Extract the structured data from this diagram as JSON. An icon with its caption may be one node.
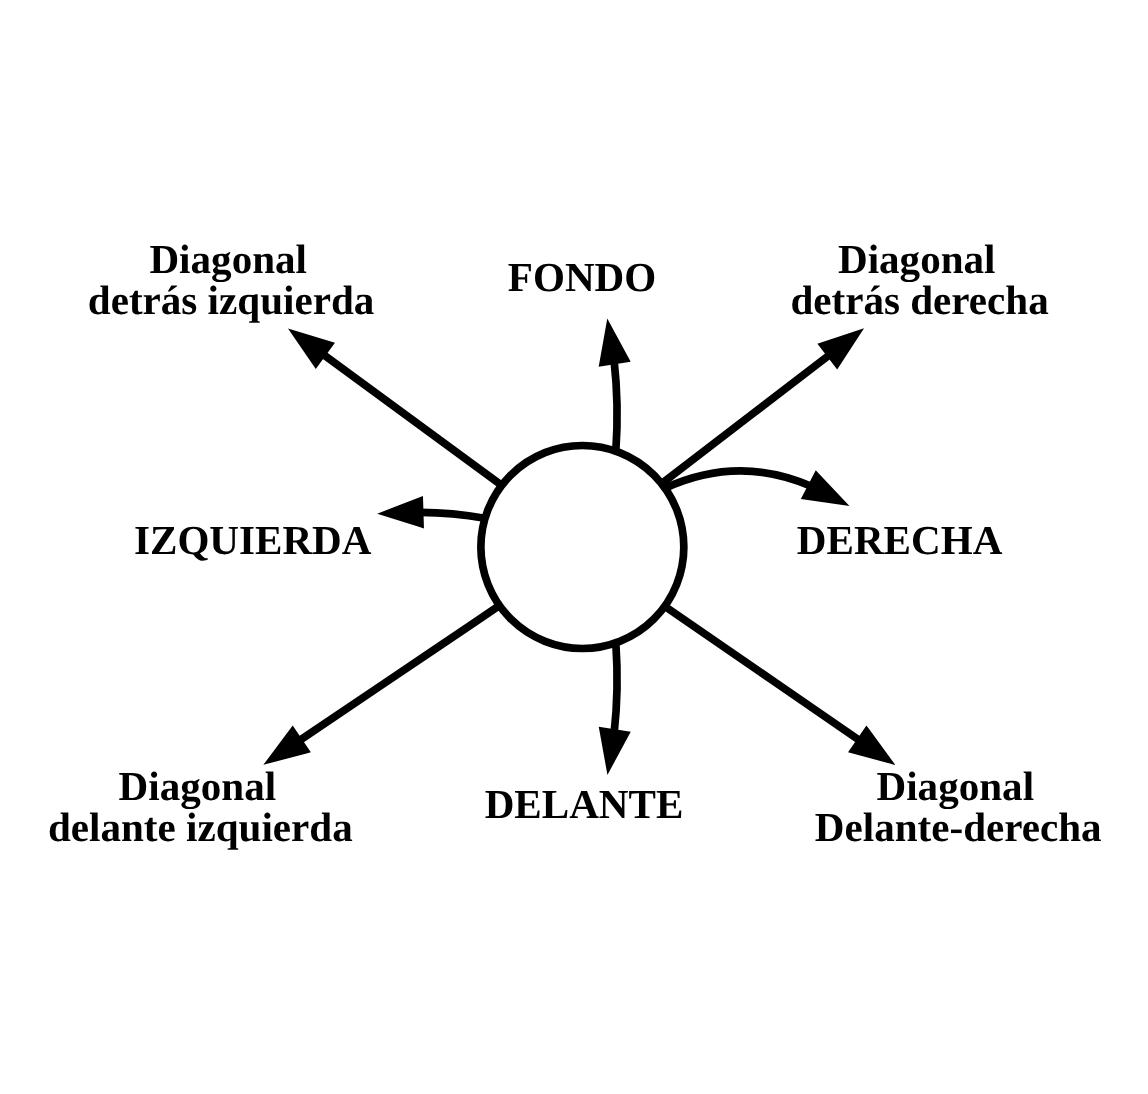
{
  "diagram": {
    "nodes": [
      {
        "text": [
          "FONDO"
        ]
      },
      {
        "text": [
          "Diagonal detrás izquierda"
        ]
      },
      {
        "text": [
          "Diagonal detrás derecha"
        ]
      },
      {
        "text": [
          "IZQUIERDA"
        ]
      },
      {
        "text": [],
        "shape": "circle"
      },
      {
        "text": [
          "DERECHA"
        ]
      },
      {
        "text": [
          "Diagonal delante izquierda"
        ]
      },
      {
        "text": [
          "Diagonal Delante-derecha"
        ]
      },
      {
        "text": [
          "DELANTE"
        ]
      }
    ],
    "edges": [
      {
        "from": 4,
        "to": 0,
        "arrow": "to"
      },
      {
        "from": 4,
        "to": 2,
        "arrow": "to"
      },
      {
        "from": 4,
        "to": 5,
        "arrow": "to"
      },
      {
        "from": 4,
        "to": 7,
        "arrow": "to"
      },
      {
        "from": 4,
        "to": 8,
        "arrow": "to"
      },
      {
        "from": 4,
        "to": 6,
        "arrow": "to"
      },
      {
        "from": 4,
        "to": 3,
        "arrow": "to"
      },
      {
        "from": 4,
        "to": 1,
        "arrow": "to"
      }
    ]
  }
}
